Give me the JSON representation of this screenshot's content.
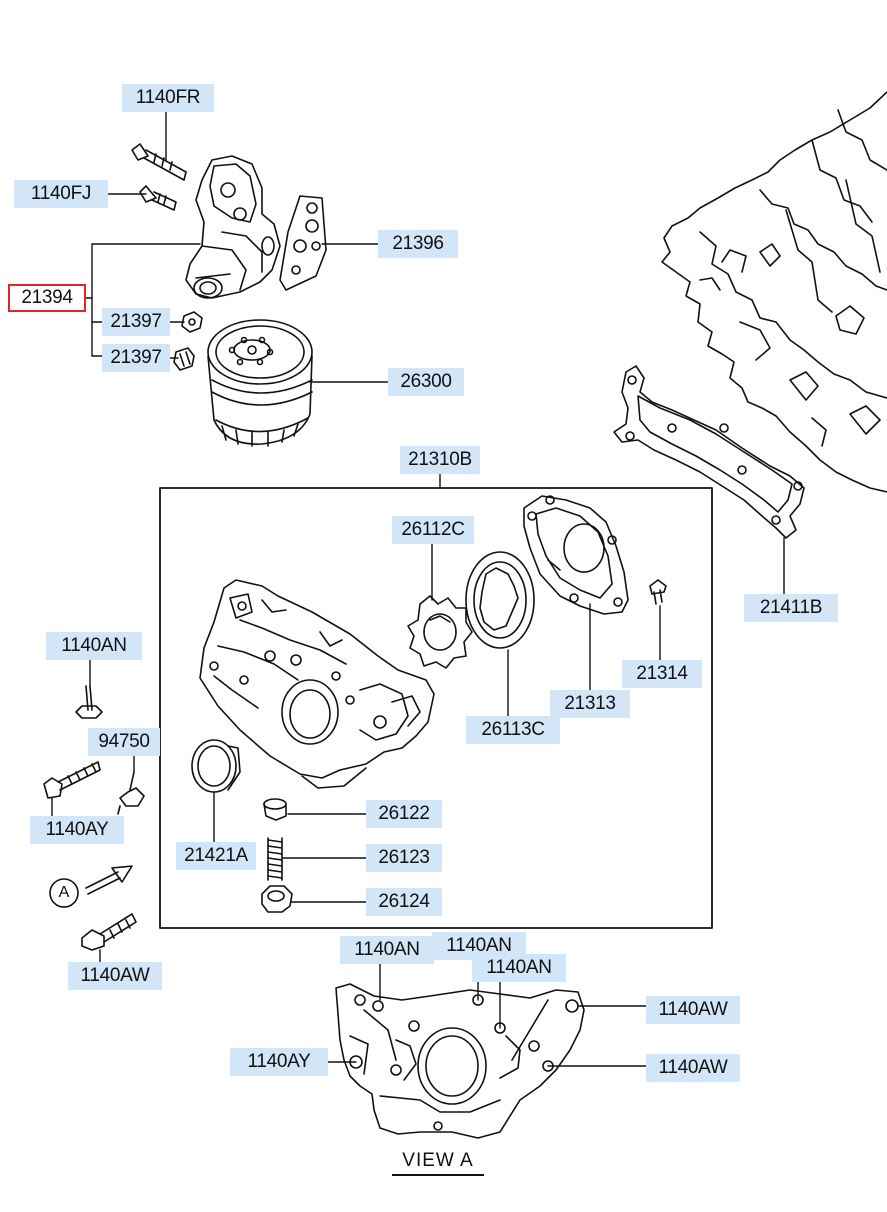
{
  "colors": {
    "callout_bg": "#d2e6f8",
    "selected_border": "#e0262c",
    "line": "#111111"
  },
  "labels": {
    "p1140FR": "1140FR",
    "p1140FJ": "1140FJ",
    "p21396": "21396",
    "p21394": "21394",
    "p21397a": "21397",
    "p21397b": "21397",
    "p26300": "26300",
    "p21310B": "21310B",
    "p26112C": "26112C",
    "p21411B": "21411B",
    "p21314": "21314",
    "p21313": "21313",
    "p26113C": "26113C",
    "p1140AN_left": "1140AN",
    "p94750": "94750",
    "p1140AY_left": "1140AY",
    "p21421A": "21421A",
    "p26122": "26122",
    "p26123": "26123",
    "p26124": "26124",
    "p1140AW_left": "1140AW",
    "p1140AN_v1": "1140AN",
    "p1140AN_v2": "1140AN",
    "p1140AN_v3": "1140AN",
    "p1140AW_v1": "1140AW",
    "p1140AY_v": "1140AY",
    "p1140AW_v2": "1140AW"
  },
  "view_a": "VIEW  A",
  "marker": "A",
  "selected_part": "21394"
}
